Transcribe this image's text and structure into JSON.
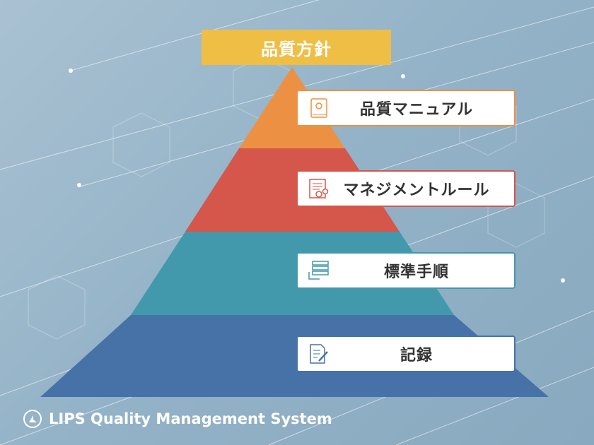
{
  "title": "品質方針",
  "levels": [
    {
      "label": "品質マニュアル",
      "icon": "manual-book-icon",
      "color": "#ec9143"
    },
    {
      "label": "マネジメントルール",
      "icon": "rules-document-icon",
      "color": "#d5564a"
    },
    {
      "label": "標準手順",
      "icon": "procedure-list-icon",
      "color": "#4299ac"
    },
    {
      "label": "記録",
      "icon": "record-edit-icon",
      "color": "#4672a8"
    }
  ],
  "footer": {
    "brand": "LIPS Quality Management System"
  }
}
